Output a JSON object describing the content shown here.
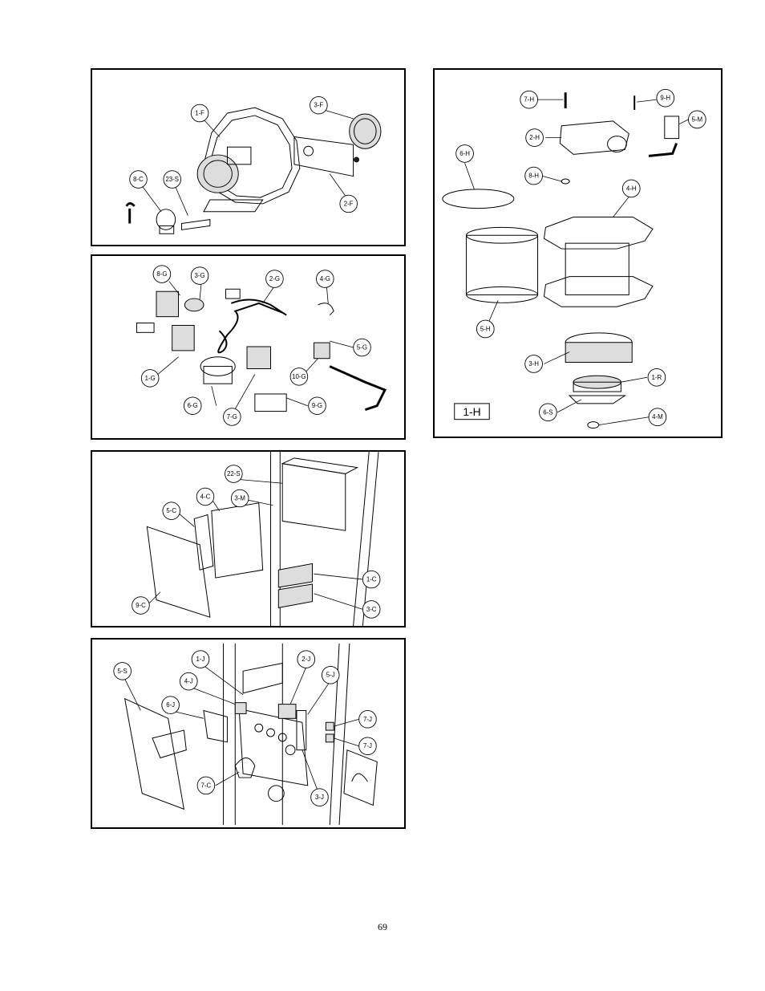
{
  "page": {
    "number": "69"
  },
  "panels": {
    "blower": {
      "labels": [
        "1-F",
        "3-F",
        "8-C",
        "23-S",
        "2-F"
      ]
    },
    "gas_train": {
      "labels": [
        "8-G",
        "3-G",
        "2-G",
        "4-G",
        "5-G",
        "1-G",
        "10-G",
        "6-G",
        "7-G",
        "9-G"
      ]
    },
    "controls": {
      "labels": [
        "22-S",
        "3-M",
        "4-C",
        "5-C",
        "1-C",
        "3-C",
        "9-C"
      ]
    },
    "junction": {
      "labels": [
        "1-J",
        "2-J",
        "5-S",
        "4-J",
        "5-J",
        "6-J",
        "7-J",
        "7-J",
        "7-C",
        "3-J"
      ]
    },
    "heat_exchanger": {
      "labels": [
        "7-H",
        "9-H",
        "5-M",
        "2-H",
        "6-H",
        "8-H",
        "4-H",
        "5-H",
        "3-H",
        "1-R",
        "6-S",
        "4-M"
      ],
      "assembly_label": "1-H"
    }
  }
}
